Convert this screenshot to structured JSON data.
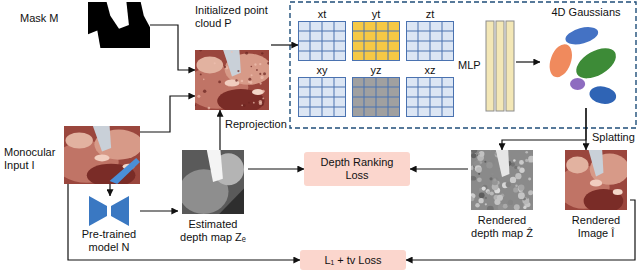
{
  "diagram": {
    "nodes": [
      {
        "text": [
          "Mask M"
        ]
      },
      {
        "text": [
          "Monocular Input I"
        ]
      },
      {
        "text": [
          "Initialized point cloud P"
        ]
      },
      {
        "text": [
          "xt"
        ]
      },
      {
        "text": [
          "yt"
        ]
      },
      {
        "text": [
          "zt"
        ]
      },
      {
        "text": [
          "xy"
        ]
      },
      {
        "text": [
          "yz"
        ]
      },
      {
        "text": [
          "xz"
        ]
      },
      {
        "text": [
          "MLP"
        ]
      },
      {
        "text": [
          "4D Gaussians"
        ]
      },
      {
        "text": [
          "Pre-trained model N"
        ]
      },
      {
        "text": [
          "Estimated depth map Zₑ"
        ]
      },
      {
        "text": [
          "Depth Ranking Loss"
        ]
      },
      {
        "text": [
          "Rendered depth map Ẑ"
        ]
      },
      {
        "text": [
          "Rendered Image Î"
        ]
      },
      {
        "text": [
          "L₁ + tv Loss"
        ]
      }
    ],
    "edges": [
      {
        "from": 0,
        "to": 2,
        "arrow": "to"
      },
      {
        "from": 1,
        "to": 2,
        "arrow": "to"
      },
      {
        "from": 12,
        "to": 2,
        "label": "Reprojection",
        "arrow": "to"
      },
      {
        "from": 2,
        "to": 3,
        "arrow": "to"
      },
      {
        "from": 9,
        "to": 10,
        "arrow": "to"
      },
      {
        "from": 1,
        "to": 11,
        "arrow": "to"
      },
      {
        "from": 11,
        "to": 12,
        "arrow": "to"
      },
      {
        "from": 12,
        "to": 13,
        "arrow": "to"
      },
      {
        "from": 14,
        "to": 13,
        "arrow": "to"
      },
      {
        "from": 10,
        "to": 14,
        "arrow": "to"
      },
      {
        "from": 10,
        "to": 15,
        "arrow": "to"
      },
      {
        "from": 1,
        "to": 16,
        "arrow": "to"
      },
      {
        "from": 15,
        "to": 16,
        "arrow": "to"
      }
    ],
    "labels": [
      "Splatting"
    ]
  }
}
